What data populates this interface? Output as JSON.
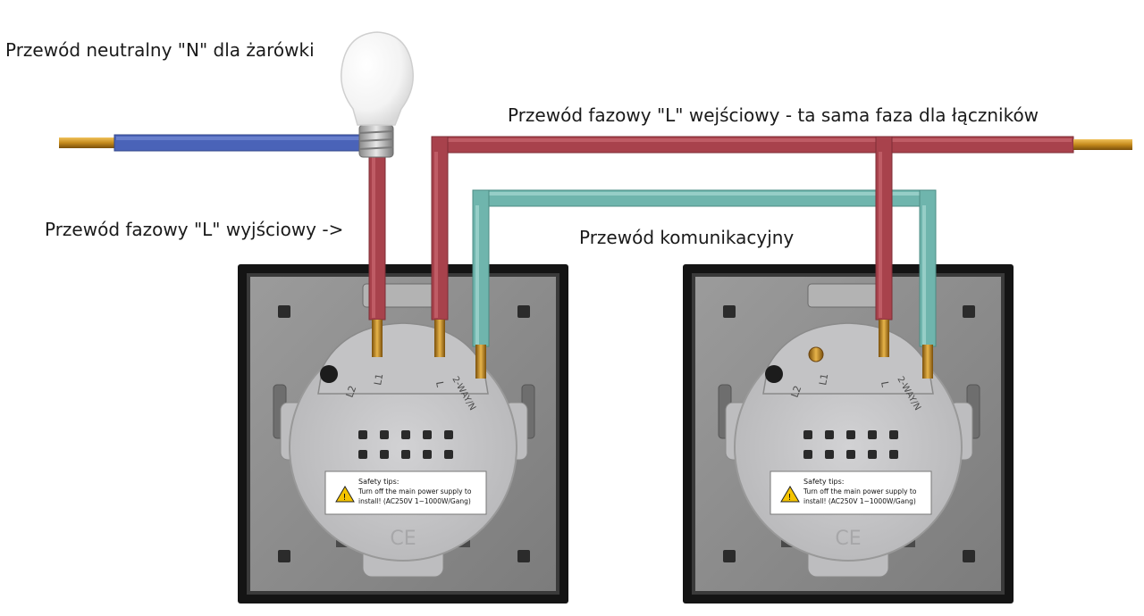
{
  "labels": {
    "neutral": "Przewód neutralny \"N\" dla żarówki",
    "phase_in": "Przewód fazowy \"L\" wejściowy - ta sama faza dla łączników",
    "phase_out": "Przewód fazowy \"L\" wyjściowy ->",
    "comm": "Przewód komunikacyjny"
  },
  "switches": [
    {
      "terminals": [
        "L2",
        "L1",
        "L",
        "2-WAY/N"
      ],
      "safety": {
        "title": "Safety tips:",
        "line1": "Turn off the main power supply to",
        "line2": "install! (AC250V  1~1000W/Gang)"
      },
      "mark": "CE"
    },
    {
      "terminals": [
        "L2",
        "L1",
        "L",
        "2-WAY/N"
      ],
      "safety": {
        "title": "Safety tips:",
        "line1": "Turn off the main power supply to",
        "line2": "install! (AC250V  1~1000W/Gang)"
      },
      "mark": "CE"
    }
  ],
  "colors": {
    "neutral_wire": "#4a63b8",
    "phase_wire": "#a8424c",
    "comm_wire": "#6fb5ad",
    "copper": "#c48a1c",
    "frame": "#151515",
    "plate": "#8d8d8d",
    "body": "#c9c9cb"
  }
}
